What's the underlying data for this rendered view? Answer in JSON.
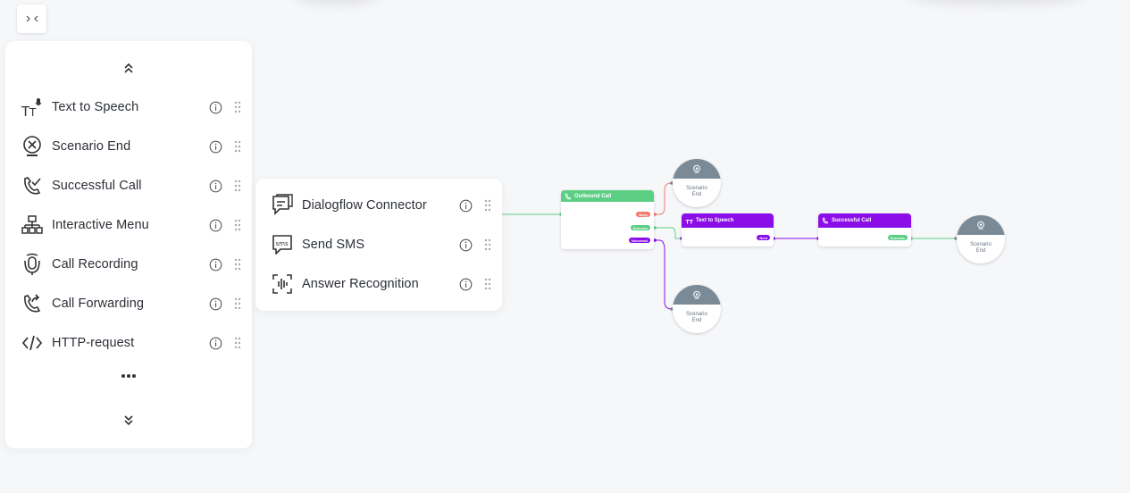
{
  "toolbar": {
    "collapse_icon": "collapse-arrows-icon"
  },
  "palette": {
    "items": [
      {
        "label": "Text to Speech",
        "icon": "text-to-speech-icon"
      },
      {
        "label": "Scenario End",
        "icon": "scenario-end-icon"
      },
      {
        "label": "Successful Call",
        "icon": "successful-call-icon"
      },
      {
        "label": "Interactive Menu",
        "icon": "interactive-menu-icon"
      },
      {
        "label": "Call Recording",
        "icon": "call-recording-icon"
      },
      {
        "label": "Call Forwarding",
        "icon": "call-forwarding-icon"
      },
      {
        "label": "HTTP-request",
        "icon": "http-request-icon"
      }
    ],
    "more_icon": "ellipsis-icon"
  },
  "extra_palette": {
    "items": [
      {
        "label": "Dialogflow Connector",
        "icon": "dialogflow-icon"
      },
      {
        "label": "Send SMS",
        "icon": "sms-icon"
      },
      {
        "label": "Answer Recognition",
        "icon": "answer-recognition-icon"
      }
    ]
  },
  "canvas": {
    "outbound_call": {
      "title": "Outbound Call",
      "outputs": [
        "Busy",
        "Success",
        "Voicemail"
      ]
    },
    "text_to_speech": {
      "title": "Text to Speech",
      "output": "Next"
    },
    "successful_call": {
      "title": "Successful Call",
      "output": "Success"
    },
    "scenario_end_label_1": "Scenario",
    "scenario_end_label_2": "End",
    "colors": {
      "green": "#5ccf85",
      "red": "#f17a6b",
      "purple": "#8b0ee8",
      "gray": "#7a8b97"
    }
  }
}
